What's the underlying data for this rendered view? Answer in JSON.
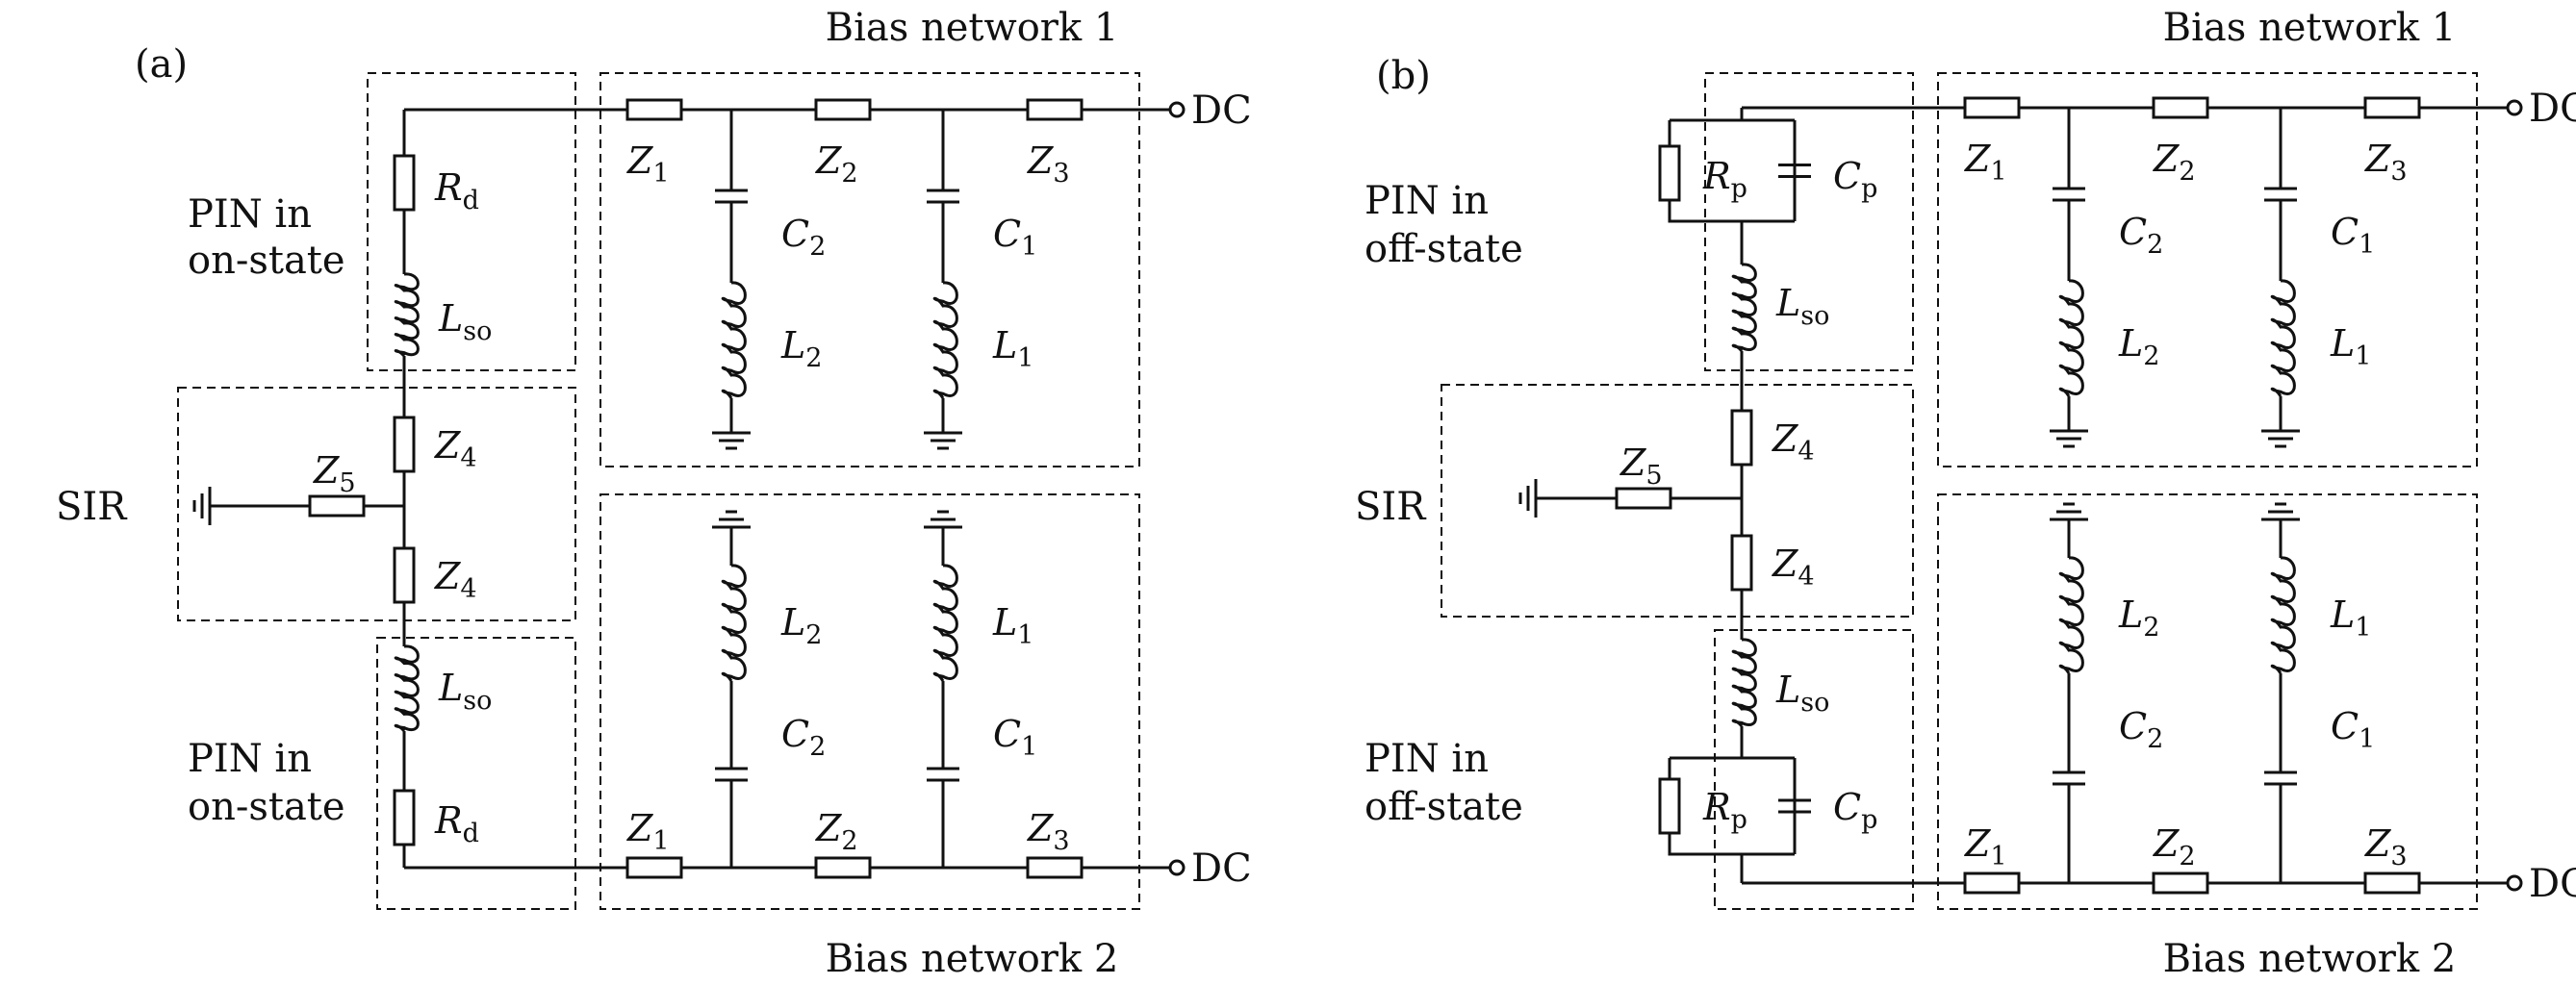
{
  "panels": [
    {
      "tag": "(a)",
      "bias_top": "Bias network 1",
      "bias_bottom": "Bias network 2",
      "dc": "DC",
      "sir": "SIR",
      "pin_top": [
        "PIN in",
        "on-state"
      ],
      "pin_bottom": [
        "PIN in",
        "on-state"
      ],
      "state": "on",
      "labels": {
        "Rd": [
          "R",
          "d"
        ],
        "Lso": [
          "L",
          "so"
        ],
        "Z1": [
          "Z",
          "1"
        ],
        "Z2": [
          "Z",
          "2"
        ],
        "Z3": [
          "Z",
          "3"
        ],
        "Z4": [
          "Z",
          "4"
        ],
        "Z5": [
          "Z",
          "5"
        ],
        "C1": [
          "C",
          "1"
        ],
        "C2": [
          "C",
          "2"
        ],
        "L1": [
          "L",
          "1"
        ],
        "L2": [
          "L",
          "2"
        ]
      }
    },
    {
      "tag": "(b)",
      "bias_top": "Bias network 1",
      "bias_bottom": "Bias network 2",
      "dc": "DC",
      "sir": "SIR",
      "pin_top": [
        "PIN in",
        "off-state"
      ],
      "pin_bottom": [
        "PIN in",
        "off-state"
      ],
      "state": "off",
      "labels": {
        "Rp": [
          "R",
          "p"
        ],
        "Cp": [
          "C",
          "p"
        ],
        "Lso": [
          "L",
          "so"
        ],
        "Z1": [
          "Z",
          "1"
        ],
        "Z2": [
          "Z",
          "2"
        ],
        "Z3": [
          "Z",
          "3"
        ],
        "Z4": [
          "Z",
          "4"
        ],
        "Z5": [
          "Z",
          "5"
        ],
        "C1": [
          "C",
          "1"
        ],
        "C2": [
          "C",
          "2"
        ],
        "L1": [
          "L",
          "1"
        ],
        "L2": [
          "L",
          "2"
        ]
      }
    }
  ]
}
